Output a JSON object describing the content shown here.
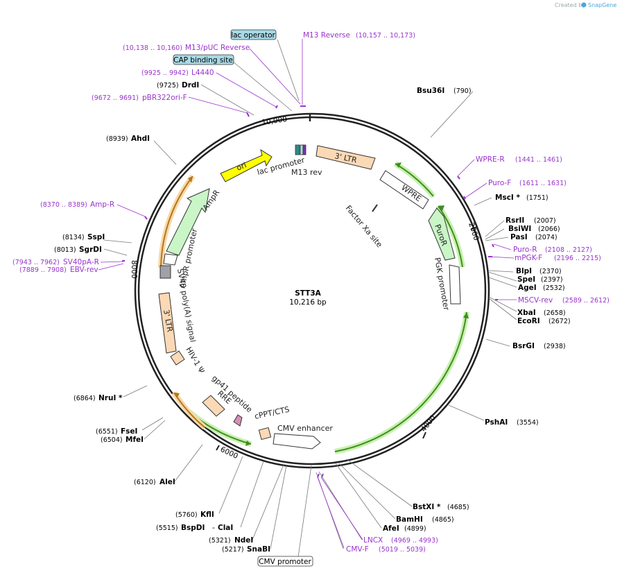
{
  "credit": {
    "text": "Created by",
    "brand": "SnapGene"
  },
  "plasmid": {
    "name": "STT3A",
    "length": "10,216 bp"
  },
  "ticks": [
    "10,000",
    "2000",
    "4000",
    "6000",
    "8000"
  ],
  "colors": {
    "primer": "#9933cc",
    "orange_arrow": "#e8a33a",
    "green_arrow": "#3e8e1e",
    "feature_peach": "#fcd9b6",
    "ampr_green": "#c9f5c7",
    "ori_yellow": "#ffff00",
    "box_blue": "#a9d9e6"
  },
  "boxed_labels": {
    "lac_operator": "lac operator",
    "cap_site": "CAP binding site",
    "cmv_promoter": "CMV promoter"
  },
  "primers": [
    {
      "name": "M13 Reverse",
      "range": "(10,157 .. 10,173)"
    },
    {
      "name": "M13/pUC Reverse",
      "range": "(10,138 .. 10,160)"
    },
    {
      "name": "L4440",
      "range": "(9925 .. 9942)"
    },
    {
      "name": "pBR322ori-F",
      "range": "(9672 .. 9691)"
    },
    {
      "name": "WPRE-R",
      "range": "(1441 .. 1461)"
    },
    {
      "name": "Puro-F",
      "range": "(1611 .. 1631)"
    },
    {
      "name": "Puro-R",
      "range": "(2108 .. 2127)"
    },
    {
      "name": "mPGK-F",
      "range": "(2196 .. 2215)"
    },
    {
      "name": "MSCV-rev",
      "range": "(2589 .. 2612)"
    },
    {
      "name": "Amp-R",
      "range": "(8370 .. 8389)"
    },
    {
      "name": "SV40pA-R",
      "range": "(7943 .. 7962)"
    },
    {
      "name": "EBV-rev",
      "range": "(7889 .. 7908)"
    },
    {
      "name": "LNCX",
      "range": "(4969 .. 4993)"
    },
    {
      "name": "CMV-F",
      "range": "(5019 .. 5039)"
    }
  ],
  "enzymes": [
    {
      "name": "DrdI",
      "pos": "(9725)"
    },
    {
      "name": "AhdI",
      "pos": "(8939)"
    },
    {
      "name": "Bsu36I",
      "pos": "(790)"
    },
    {
      "name": "MscI *",
      "pos": "(1751)"
    },
    {
      "name": "RsrII",
      "pos": "(2007)"
    },
    {
      "name": "BsiWI",
      "pos": "(2066)"
    },
    {
      "name": "PasI",
      "pos": "(2074)"
    },
    {
      "name": "BlpI",
      "pos": "(2370)"
    },
    {
      "name": "SpeI",
      "pos": "(2397)"
    },
    {
      "name": "AgeI",
      "pos": "(2532)"
    },
    {
      "name": "XbaI",
      "pos": "(2658)"
    },
    {
      "name": "EcoRI",
      "pos": "(2672)"
    },
    {
      "name": "BsrGI",
      "pos": "(2938)"
    },
    {
      "name": "PshAI",
      "pos": "(3554)"
    },
    {
      "name": "BstXI *",
      "pos": "(4685)"
    },
    {
      "name": "BamHI",
      "pos": "(4865)"
    },
    {
      "name": "AfeI",
      "pos": "(4899)"
    },
    {
      "name": "SnaBI",
      "pos": "(5217)"
    },
    {
      "name": "NdeI",
      "pos": "(5321)"
    },
    {
      "name": "BspDI",
      "pos": "(5515)"
    },
    {
      "name": "ClaI",
      "pos": ""
    },
    {
      "name": "KflI",
      "pos": "(5760)"
    },
    {
      "name": "AleI",
      "pos": "(6120)"
    },
    {
      "name": "MfeI",
      "pos": "(6504)"
    },
    {
      "name": "FseI",
      "pos": "(6551)"
    },
    {
      "name": "NruI *",
      "pos": "(6864)"
    },
    {
      "name": "SgrDI",
      "pos": "(8013)"
    },
    {
      "name": "SspI",
      "pos": "(8134)"
    }
  ],
  "features": {
    "ltr3": "3' LTR",
    "ltr3b": "3' LTR",
    "ori": "ori",
    "ampr": "AmpR",
    "wpre": "WPRE",
    "puror": "PuroR",
    "pgk": "PGK promoter",
    "factor_xa": "Factor Xa site",
    "lac_promoter": "lac promoter",
    "m13_rev": "M13 rev",
    "ampr_promoter": "AmpR promoter",
    "sv40": "SV40 poly(A) signal",
    "hiv": "HIV-1 Ψ",
    "gp41": "gp41 peptide",
    "rre": "RRE",
    "cppt": "cPPT/CTS",
    "cmv_enh": "CMV enhancer"
  }
}
